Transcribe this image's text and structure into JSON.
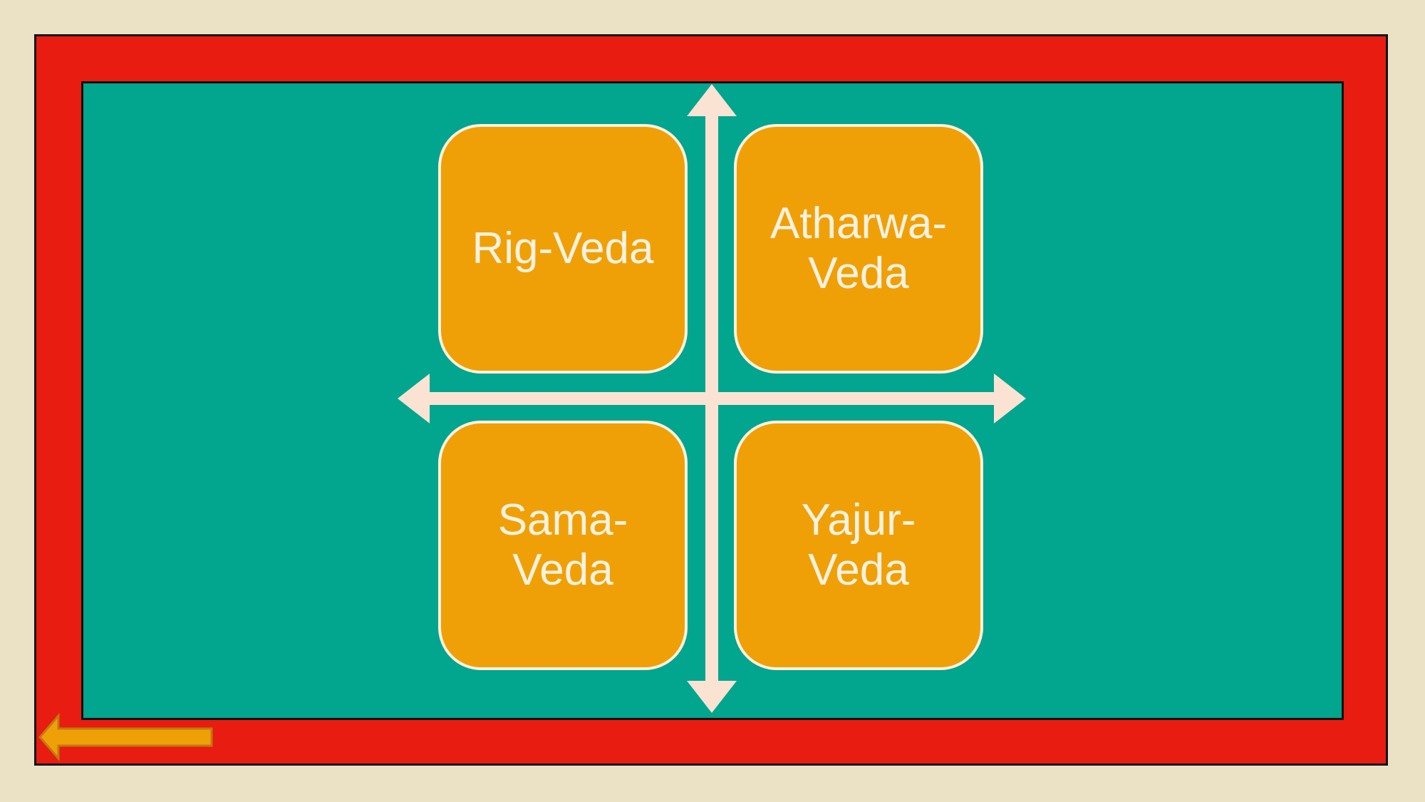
{
  "diagram": {
    "quadrants": [
      {
        "id": "top-left",
        "label": "Rig-Veda"
      },
      {
        "id": "top-right",
        "label": "Atharwa-Veda"
      },
      {
        "id": "bottom-left",
        "label": "Sama-Veda"
      },
      {
        "id": "bottom-right",
        "label": "Yajur-Veda"
      }
    ]
  },
  "navigation": {
    "back_icon": "left-arrow"
  },
  "colors": {
    "page_background": "#ebe2c6",
    "frame": "#e81c11",
    "panel": "#02a58e",
    "box_fill": "#f0a007",
    "box_outline": "#fbf3de",
    "axis": "#fbe3d4",
    "back_arrow_fill": "#f0a007",
    "back_arrow_outline": "#c07a10"
  }
}
